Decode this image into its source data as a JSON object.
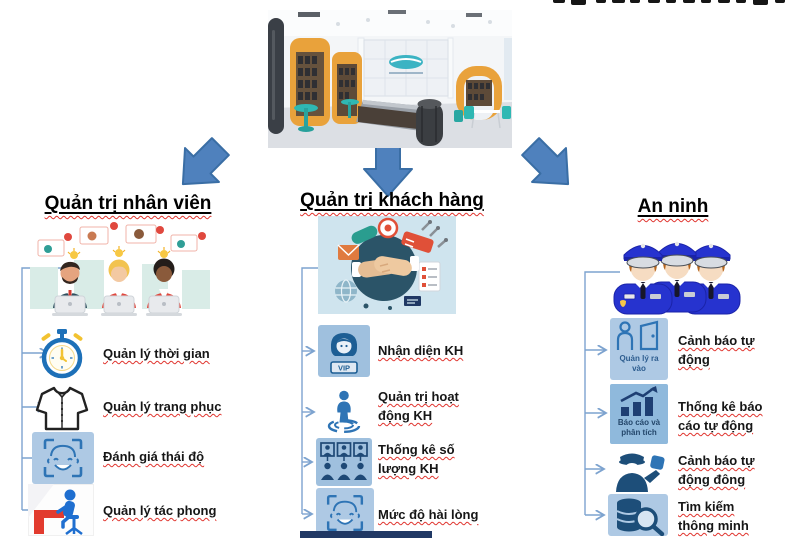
{
  "diagram": {
    "center_image": "retail-store-interior",
    "columns": [
      {
        "title": "Quản trị nhân viên",
        "illustration": "team-video-call",
        "items": [
          {
            "icon": "stopwatch-icon",
            "label": "Quản lý thời gian"
          },
          {
            "icon": "shirt-icon",
            "label": "Quản lý trang phục"
          },
          {
            "icon": "face-scan-icon",
            "label": "Đánh giá thái độ"
          },
          {
            "icon": "person-desk-icon",
            "label": "Quản lý tác phong"
          }
        ]
      },
      {
        "title": "Quản trị khách hàng",
        "illustration": "business-handshake",
        "items": [
          {
            "icon": "vip-customer-icon",
            "badge": "VIP",
            "label": "Nhận diện KH"
          },
          {
            "icon": "person-ripple-icon",
            "label": "Quản trị hoạt động KH"
          },
          {
            "icon": "people-group-icon",
            "label": "Thống kê số lượng KH"
          },
          {
            "icon": "face-scan-icon",
            "label": "Mức độ hài lòng"
          }
        ]
      },
      {
        "title": "An ninh",
        "illustration": "security-officers",
        "items": [
          {
            "icon": "door-access-icon",
            "caption": "Quản lý ra vào",
            "label": "Cảnh báo tự động"
          },
          {
            "icon": "report-chart-icon",
            "caption": "Báo cáo và phân tích",
            "label": "Thống kê báo cáo tự động"
          },
          {
            "icon": "officer-check-icon",
            "label": "Cảnh báo tự động đông"
          },
          {
            "icon": "smart-search-icon",
            "label": "Tìm kiếm thông minh"
          }
        ]
      }
    ],
    "colors": {
      "arrow": "#4f81bd",
      "arrow_border": "#3a6ea5",
      "connector": "#7da3cf",
      "icon_card_bg": "#aec9e4",
      "icon_glyph": "#2e74b5",
      "icon_glyph_dark": "#1d4e79",
      "label_underline": "#e0342e",
      "navy_strip": "#203864"
    }
  }
}
